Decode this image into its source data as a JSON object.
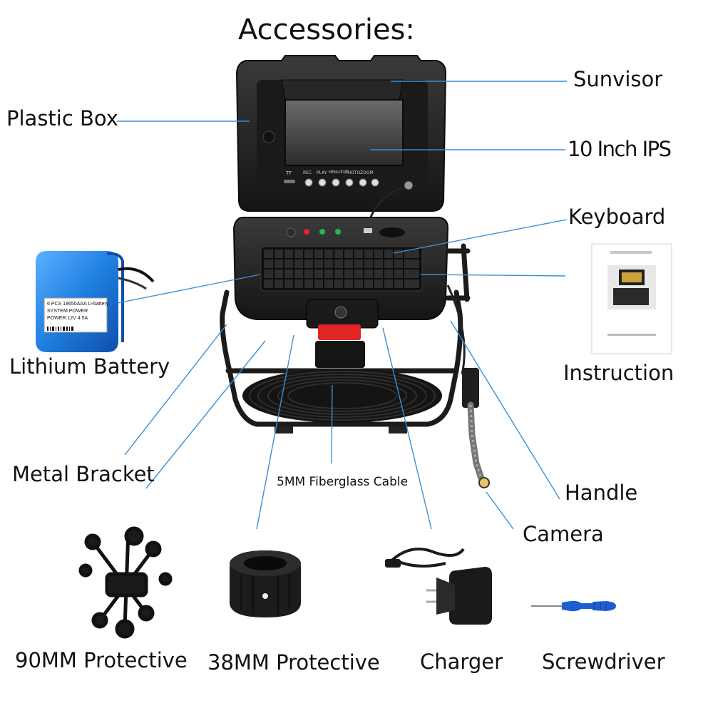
{
  "title": "Accessories:",
  "labels": {
    "plastic_box": "Plastic Box",
    "sunvisor": "Sunvisor",
    "ips": "10 Inch IPS",
    "keyboard": "Keyboard",
    "lithium_battery": "Lithium Battery",
    "instruction": "Instruction",
    "metal_bracket": "Metal Bracket",
    "handle": "Handle",
    "cable": "5MM Fiberglass Cable",
    "camera": "Camera",
    "protective_90": "90MM Protective",
    "protective_38": "38MM Protective",
    "charger": "Charger",
    "screwdriver": "Screwdriver"
  },
  "monitor_buttons": [
    "REC",
    "PLAY",
    "MENU/EXIT",
    "PHOTO",
    "ZOOM"
  ],
  "monitor_tf": "TF",
  "battery_text": [
    "6 PCS 18650AAA Li-battery",
    "SYSTEM:POWER",
    "POWER:12V 4.5A"
  ],
  "colors": {
    "leader_line": "#3a8fd6",
    "case_body": "#1e1e1e",
    "accent_red": "#e02525",
    "battery_blue": "#1f7fe0",
    "screwdriver_blue": "#1d5fd1"
  }
}
